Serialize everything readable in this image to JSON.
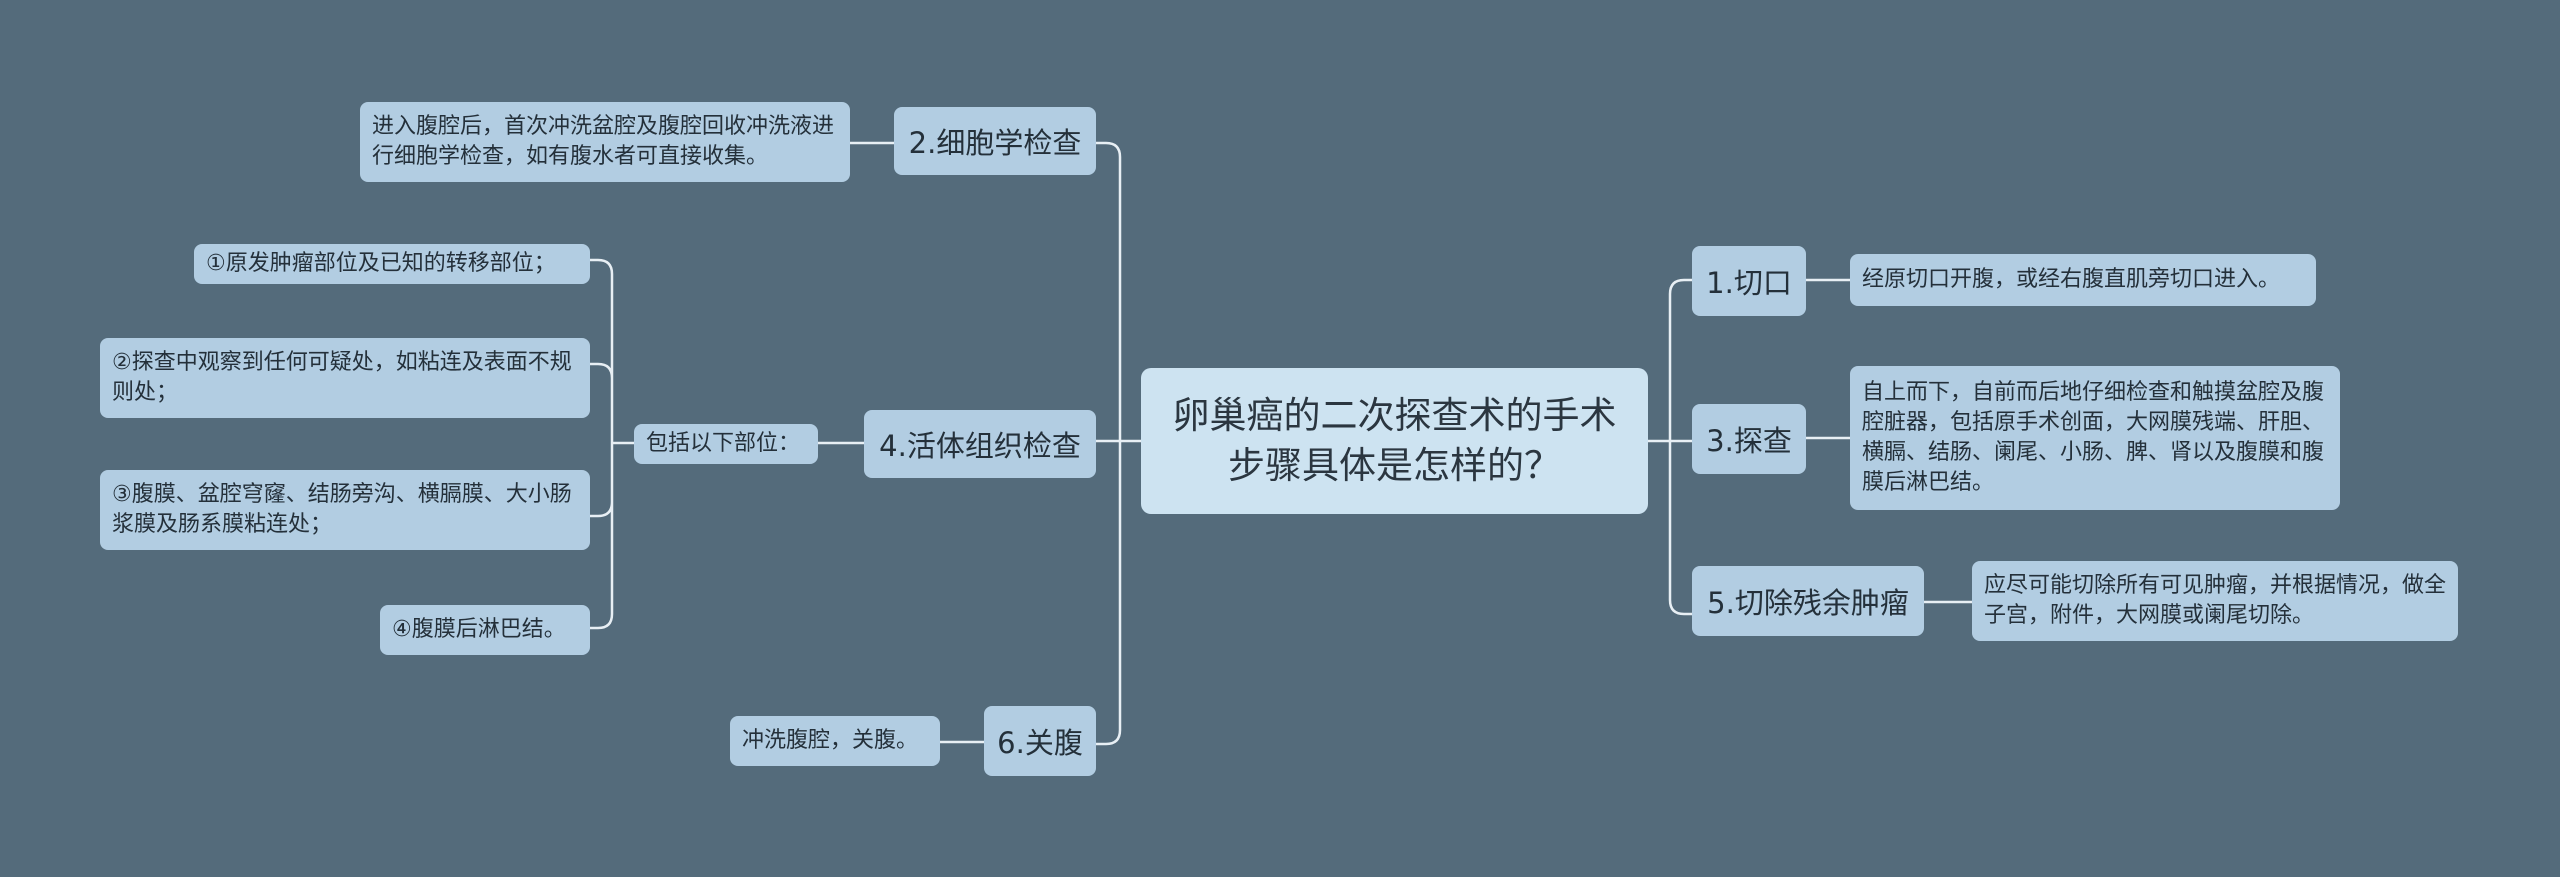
{
  "root": "卵巢癌的二次探查术的手术步骤具体是怎样的？",
  "left": {
    "cytology": {
      "title": "2.细胞学检查",
      "detail": "进入腹腔后，首次冲洗盆腔及腹腔回收冲洗液进行细胞学检查，如有腹水者可直接收集。"
    },
    "biopsy": {
      "title": "4.活体组织检查",
      "sub": "包括以下部位：",
      "items": [
        "①原发肿瘤部位及已知的转移部位；",
        "②探查中观察到任何可疑处，如粘连及表面不规则处；",
        "③腹膜、盆腔穹窿、结肠旁沟、横膈膜、大小肠浆膜及肠系膜粘连处；",
        "④腹膜后淋巴结。"
      ]
    },
    "close": {
      "title": "6.关腹",
      "detail": "冲洗腹腔，关腹。"
    }
  },
  "right": {
    "incision": {
      "title": "1.切口",
      "detail": "经原切口开腹，或经右腹直肌旁切口进入。"
    },
    "explore": {
      "title": "3.探查",
      "detail": "自上而下，自前而后地仔细检查和触摸盆腔及腹腔脏器，包括原手术创面，大网膜残端、肝胆、横膈、结肠、阑尾、小肠、脾、肾以及腹膜和腹膜后淋巴结。"
    },
    "resect": {
      "title": "5.切除残余肿瘤",
      "detail": "应尽可能切除所有可见肿瘤，并根据情况，做全子宫，附件，大网膜或阑尾切除。"
    }
  },
  "colors": {
    "background": "#546b7b",
    "node": "#b2cde2",
    "root": "#cde3f1",
    "line": "#e8eff4"
  }
}
